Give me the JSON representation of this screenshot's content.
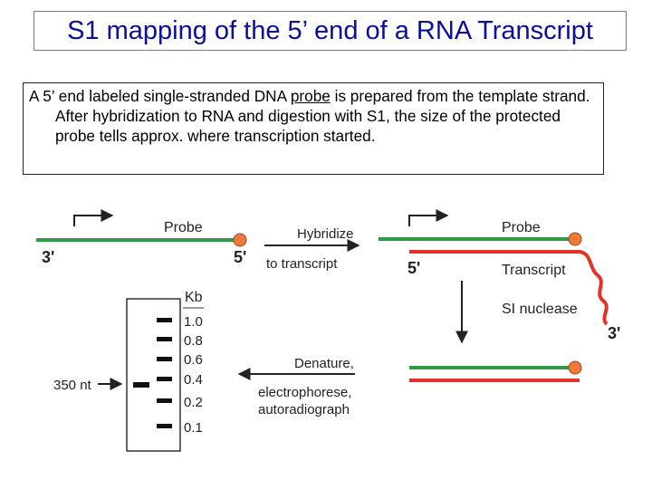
{
  "title": "S1 mapping of the 5’ end of a RNA Transcript",
  "description": {
    "before_probe": "A 5’ end labeled single-stranded DNA ",
    "probe_word": "probe",
    "after_probe": " is prepared from the template strand. After hybridization to RNA and digestion with S1, the size of the protected probe tells approx. where transcription started."
  },
  "diagram": {
    "probe_label": "Probe",
    "end_3_prime": "3'",
    "end_5_prime": "5'",
    "hybridize_line1": "Hybridize",
    "hybridize_line2": "to transcript",
    "probe_label_right": "Probe",
    "transcript_label": "Transcript",
    "nuclease_label": "SI nuclease",
    "end_5_prime_right": "5'",
    "end_3_prime_right": "3'",
    "denature_line1": "Denature,",
    "denature_line2": "electrophorese,",
    "denature_line3": "autoradiograph",
    "gel_unit": "Kb",
    "gel_markers": [
      "1.0",
      "0.8",
      "0.6",
      "0.4",
      "0.2",
      "0.1"
    ],
    "band_label": "350 nt",
    "colors": {
      "probe": "#2e9a46",
      "transcript": "#e2332a",
      "label_dot": "#ee7a3a",
      "title": "#0a0f9a"
    }
  }
}
